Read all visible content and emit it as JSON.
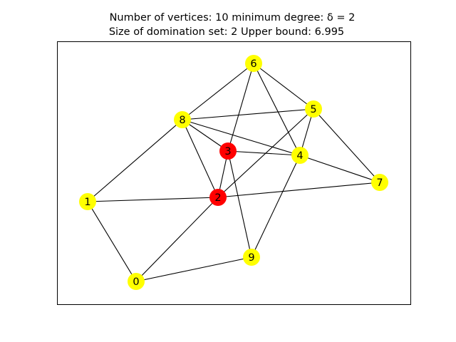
{
  "title": {
    "line1": "Number of vertices: 10  minimum degree: δ = 2",
    "line2": "Size of domination set: 2  Upper bound: 6.995"
  },
  "colors": {
    "background": "#ffffff",
    "dominating": "#ff0000",
    "non_dominating": "#ffff00",
    "edge": "#000000",
    "text": "#000000"
  },
  "graph": {
    "nodes": [
      {
        "id": "0",
        "dominating": false
      },
      {
        "id": "1",
        "dominating": false
      },
      {
        "id": "2",
        "dominating": true
      },
      {
        "id": "3",
        "dominating": true
      },
      {
        "id": "4",
        "dominating": false
      },
      {
        "id": "5",
        "dominating": false
      },
      {
        "id": "6",
        "dominating": false
      },
      {
        "id": "7",
        "dominating": false
      },
      {
        "id": "8",
        "dominating": false
      },
      {
        "id": "9",
        "dominating": false
      }
    ],
    "edges": [
      [
        "0",
        "1"
      ],
      [
        "0",
        "2"
      ],
      [
        "0",
        "9"
      ],
      [
        "1",
        "2"
      ],
      [
        "1",
        "8"
      ],
      [
        "2",
        "3"
      ],
      [
        "2",
        "5"
      ],
      [
        "2",
        "7"
      ],
      [
        "2",
        "8"
      ],
      [
        "3",
        "4"
      ],
      [
        "3",
        "6"
      ],
      [
        "3",
        "8"
      ],
      [
        "3",
        "9"
      ],
      [
        "4",
        "5"
      ],
      [
        "4",
        "6"
      ],
      [
        "4",
        "7"
      ],
      [
        "4",
        "8"
      ],
      [
        "4",
        "9"
      ],
      [
        "5",
        "6"
      ],
      [
        "5",
        "7"
      ],
      [
        "5",
        "8"
      ],
      [
        "6",
        "8"
      ]
    ]
  }
}
